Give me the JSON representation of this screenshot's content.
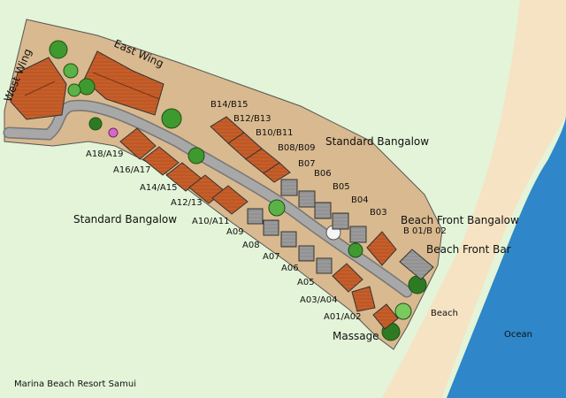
{
  "map": {
    "title": "Marina Beach Resort Samui",
    "labels": {
      "west_wing": "West Wing",
      "east_wing": "East Wing",
      "standard_bangalow_north": "Standard Bangalow",
      "standard_bangalow_south": "Standard Bangalow",
      "beach_front_bangalow": "Beach Front Bangalow",
      "beach_front_bar": "Beach Front Bar",
      "beach": "Beach",
      "ocean": "Ocean",
      "massage": "Massage"
    },
    "b_units": [
      "B14/B15",
      "B12/B13",
      "B10/B11",
      "B08/B09",
      "B07",
      "B06",
      "B05",
      "B04",
      "B03",
      "B 01/B 02"
    ],
    "a_units": [
      "A18/A19",
      "A16/A17",
      "A14/A15",
      "A12/13",
      "A10/A11",
      "A09",
      "A08",
      "A07",
      "A06",
      "A05",
      "A03/A04",
      "A01/A02"
    ],
    "colors": {
      "land": "#e3f4d8",
      "resort_ground": "#d9b98f",
      "sand": "#f6e3c3",
      "ocean": "#2f86c8",
      "roof_tile": "#c65e2a",
      "roof_grey": "#9a9a9a",
      "path": "#a8a8a8",
      "tree": "#3e9a2e"
    },
    "icons": [
      "tree-icon",
      "flower-bush-icon",
      "roof-icon"
    ]
  }
}
